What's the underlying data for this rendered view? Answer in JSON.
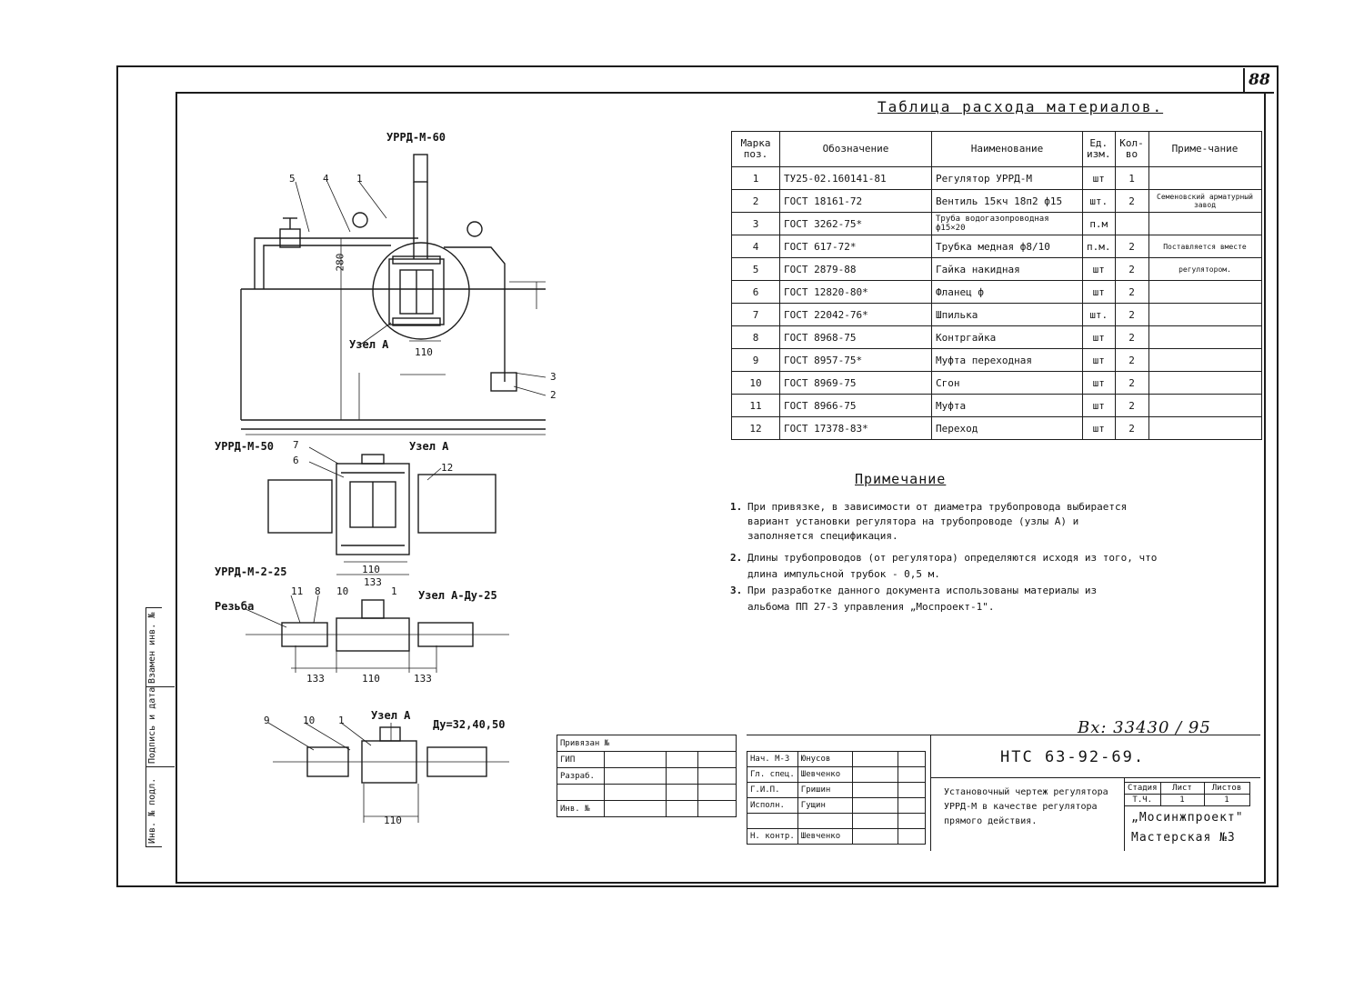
{
  "page_number": "88",
  "drawing": {
    "label_main": "УРРД-М-60",
    "label_uzel_a": "Узел А",
    "label_urrd50": "УРРД-М-50",
    "label_urrd225": "УРРД-М-2-25",
    "label_uzel_a25": "Узел А-Ду-25",
    "label_rezba": "Резьба",
    "label_uzel_a3": "Узел А",
    "label_du": "Ду=32,40,50",
    "dim_280": "280",
    "dim_110": "110",
    "dim_133": "133",
    "callouts": [
      "5",
      "4",
      "1",
      "3",
      "2",
      "7",
      "6",
      "12",
      "11",
      "8",
      "10",
      "1",
      "9",
      "10",
      "1"
    ]
  },
  "materials_table": {
    "title": "Таблица расхода материалов.",
    "headers": [
      "Марка поз.",
      "Обозначение",
      "Наименование",
      "Ед. изм.",
      "Кол-во",
      "Приме-чание"
    ],
    "rows": [
      [
        "1",
        "ТУ25-02.160141-81",
        "Регулятор УРРД-М",
        "шт",
        "1",
        ""
      ],
      [
        "2",
        "ГОСТ 18161-72",
        "Вентиль 15кч 18п2 ф15",
        "шт.",
        "2",
        "Семеновский арматурный завод"
      ],
      [
        "3",
        "ГОСТ 3262-75*",
        "Труба водогазопроводная ф15×20",
        "п.м",
        "",
        ""
      ],
      [
        "4",
        "ГОСТ 617-72*",
        "Трубка медная ф8/10",
        "п.м.",
        "2",
        "Поставляется вместе"
      ],
      [
        "5",
        "ГОСТ 2879-88",
        "Гайка накидная",
        "шт",
        "2",
        "регулятором."
      ],
      [
        "6",
        "ГОСТ 12820-80*",
        "Фланец ф",
        "шт",
        "2",
        ""
      ],
      [
        "7",
        "ГОСТ 22042-76*",
        "Шпилька",
        "шт.",
        "2",
        ""
      ],
      [
        "8",
        "ГОСТ 8968-75",
        "Контргайка",
        "шт",
        "2",
        ""
      ],
      [
        "9",
        "ГОСТ 8957-75*",
        "Муфта переходная",
        "шт",
        "2",
        ""
      ],
      [
        "10",
        "ГОСТ 8969-75",
        "Сгон",
        "шт",
        "2",
        ""
      ],
      [
        "11",
        "ГОСТ 8966-75",
        "Муфта",
        "шт",
        "2",
        ""
      ],
      [
        "12",
        "ГОСТ 17378-83*",
        "Переход",
        "шт",
        "2",
        ""
      ]
    ]
  },
  "notes": {
    "title": "Примечание",
    "items": [
      {
        "num": "1.",
        "lines": [
          "При привязке, в зависимости от диаметра трубопровода выбирается",
          "вариант установки регулятора на трубопроводе (узлы А) и",
          "заполняется спецификация."
        ]
      },
      {
        "num": "2.",
        "lines": [
          "Длины трубопроводов (от регулятора) определяются исходя из того, что",
          "длина импульсной трубок - 0,5 м."
        ]
      },
      {
        "num": "3.",
        "lines": [
          "При разработке данного документа использованы материалы из",
          "альбома ПП 27-3 управления „Моспроект-1\"."
        ]
      }
    ]
  },
  "inventory_number": "Вх: 33430 / 95",
  "left_stamp": {
    "rows": [
      "Привязан №",
      "ГИП",
      "Разраб.",
      "",
      "Инв. №"
    ]
  },
  "title_block": {
    "code": "НТС 63-92-69.",
    "description": "Установочный чертеж регулятора УРРД-М в качестве регулятора прямого действия.",
    "stage_headers": [
      "Стадия",
      "Лист",
      "Листов"
    ],
    "stage_values": [
      "Т.Ч.",
      "1",
      "1"
    ],
    "org1": "„Мосинжпроект\"",
    "org2": "Мастерская №3",
    "signatures": [
      [
        "Нач. М-З",
        "Юнусов"
      ],
      [
        "Гл. спец.",
        "Шевченко"
      ],
      [
        "Г.И.П.",
        "Гришин"
      ],
      [
        "Исполн.",
        "Гущин"
      ],
      [
        "",
        ""
      ],
      [
        "Н. контр.",
        "Шевченко"
      ]
    ]
  },
  "side_margin": [
    "Инв. № подл.",
    "Подпись и дата",
    "Взамен инв. №"
  ]
}
